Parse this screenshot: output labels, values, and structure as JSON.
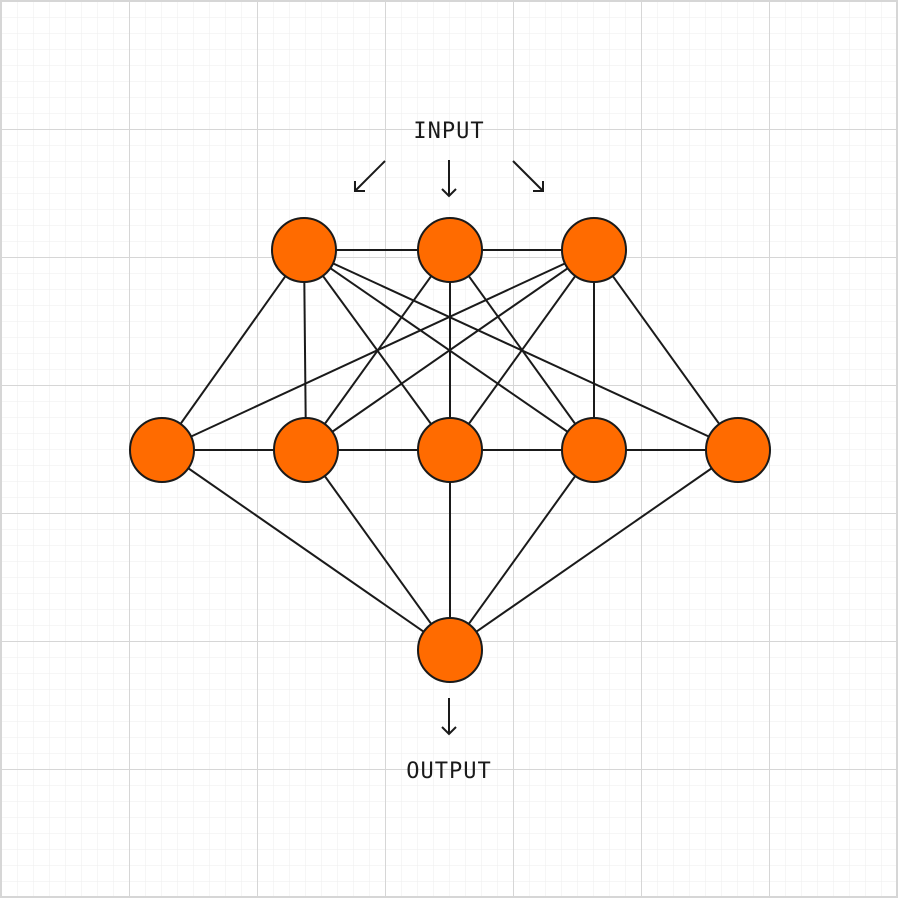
{
  "labels": {
    "input": "INPUT",
    "output": "OUTPUT"
  },
  "colors": {
    "node_fill": "#FF6B00",
    "stroke": "#1a1a1a",
    "grid_major": "#d6d6d6",
    "grid_minor": "#eeeeee",
    "background": "#ffffff"
  },
  "network": {
    "layers": [
      {
        "layer": "top",
        "node_count": 3
      },
      {
        "layer": "middle",
        "node_count": 5
      },
      {
        "layer": "bottom",
        "node_count": 1
      }
    ]
  }
}
